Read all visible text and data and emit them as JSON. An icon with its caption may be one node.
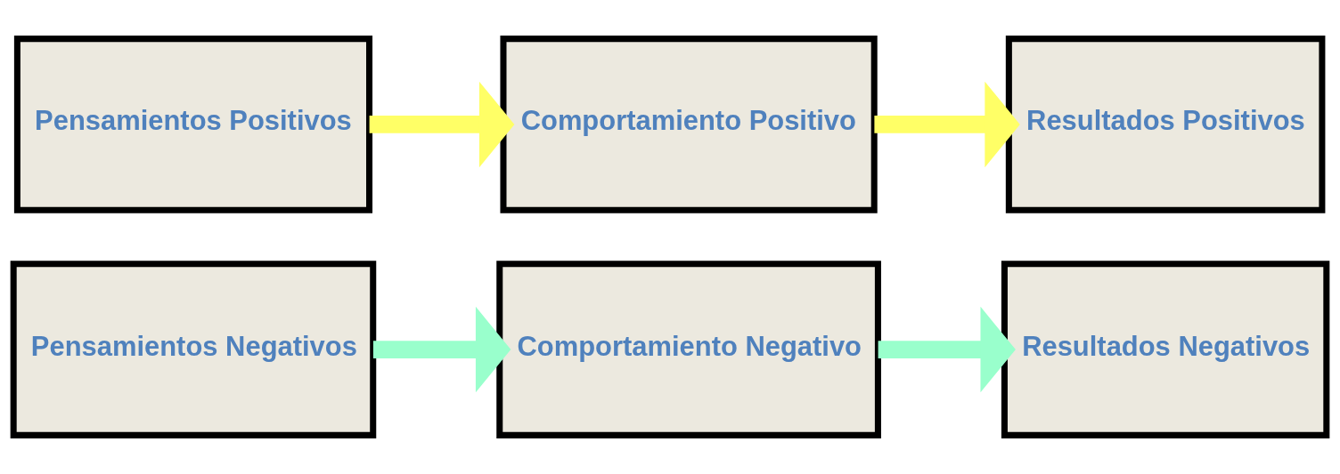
{
  "diagram": {
    "nodes": [
      {
        "text": [
          "Pensamientos Positivos"
        ]
      },
      {
        "text": [
          "Comportamiento Positivo"
        ]
      },
      {
        "text": [
          "Resultados Positivos"
        ]
      },
      {
        "text": [
          "Pensamientos Negativos"
        ]
      },
      {
        "text": [
          "Comportamiento Negativo"
        ]
      },
      {
        "text": [
          "Resultados Negativos"
        ]
      }
    ],
    "edges": [
      {
        "from": 0,
        "to": 1,
        "arrow": "to",
        "color": "#ffff66"
      },
      {
        "from": 1,
        "to": 2,
        "arrow": "to",
        "color": "#ffff66"
      },
      {
        "from": 3,
        "to": 4,
        "arrow": "to",
        "color": "#99ffcc"
      },
      {
        "from": 4,
        "to": 5,
        "arrow": "to",
        "color": "#99ffcc"
      }
    ]
  }
}
